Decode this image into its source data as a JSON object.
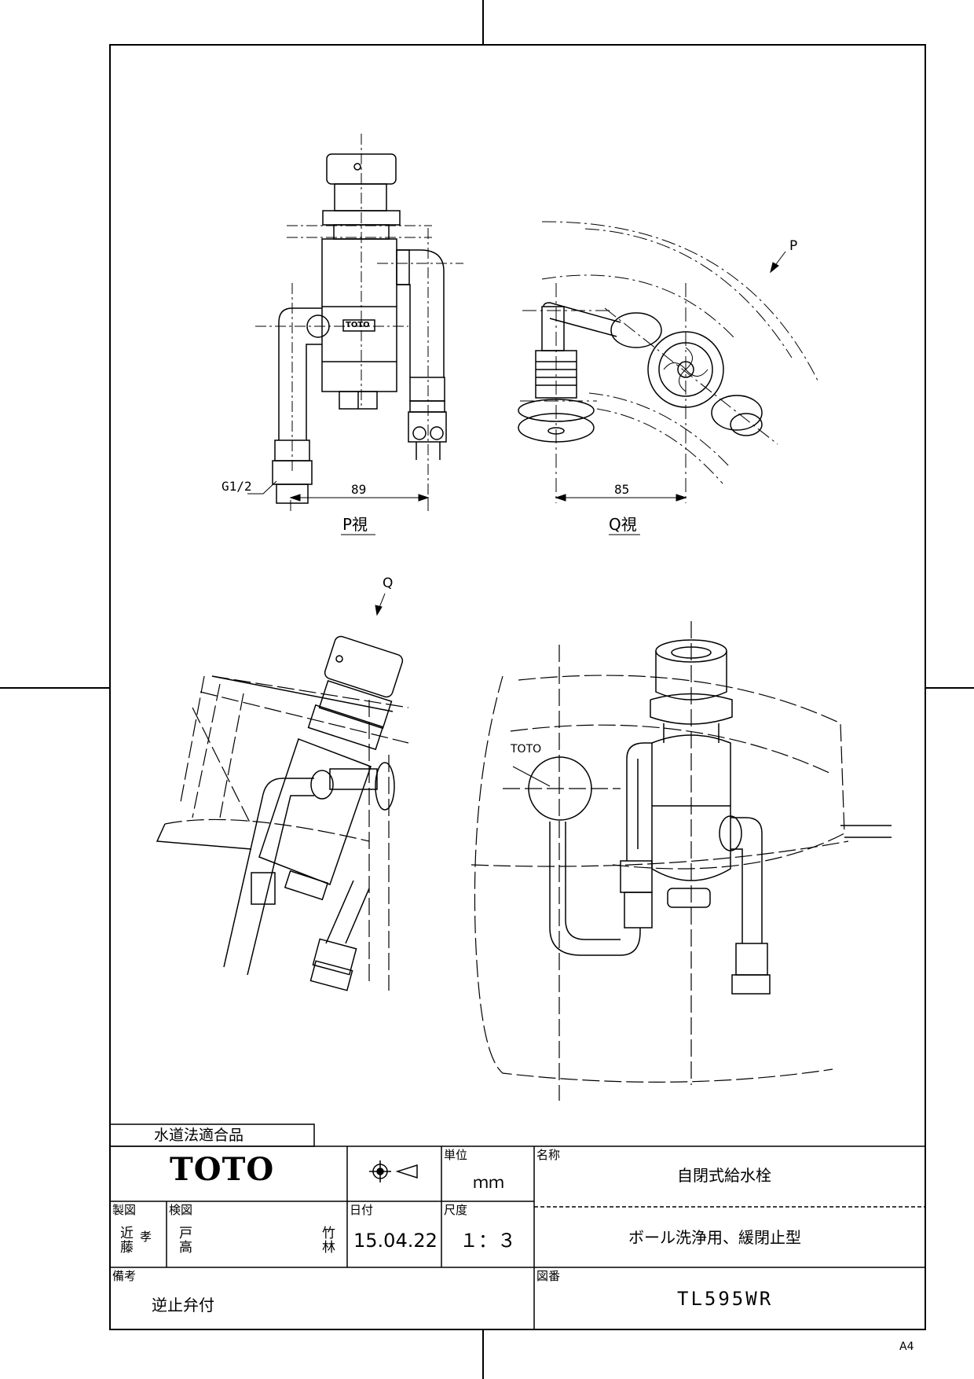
{
  "drawing": {
    "views": {
      "p_view_label": "P視",
      "q_view_label": "Q視",
      "p_arrow_label": "P",
      "q_arrow_label": "Q",
      "thread_label": "G1/2",
      "dim_p": "89",
      "dim_q": "85",
      "brand_mark_small": "TOTO"
    }
  },
  "title_block": {
    "compliance": "水道法適合品",
    "brand": "TOTO",
    "unit_label": "単位",
    "unit_value": "ｍｍ",
    "name_label": "名称",
    "product_name": "自閉式給水栓",
    "drafter_label": "製図",
    "drafter_name": "近藤",
    "drafter_name_sub": "孝",
    "checker_label": "検図",
    "checker_name_a": "戸高",
    "checker_name_b": "竹林",
    "date_label": "日付",
    "date_value": "15.04.22",
    "scale_label": "尺度",
    "scale_value": "１：３",
    "subtitle": "ボール洗浄用、緩閉止型",
    "remarks_label": "備考",
    "remarks_value": "逆止弁付",
    "drawing_no_label": "図番",
    "drawing_no": "TL595WR"
  },
  "sheet_size": "A4"
}
